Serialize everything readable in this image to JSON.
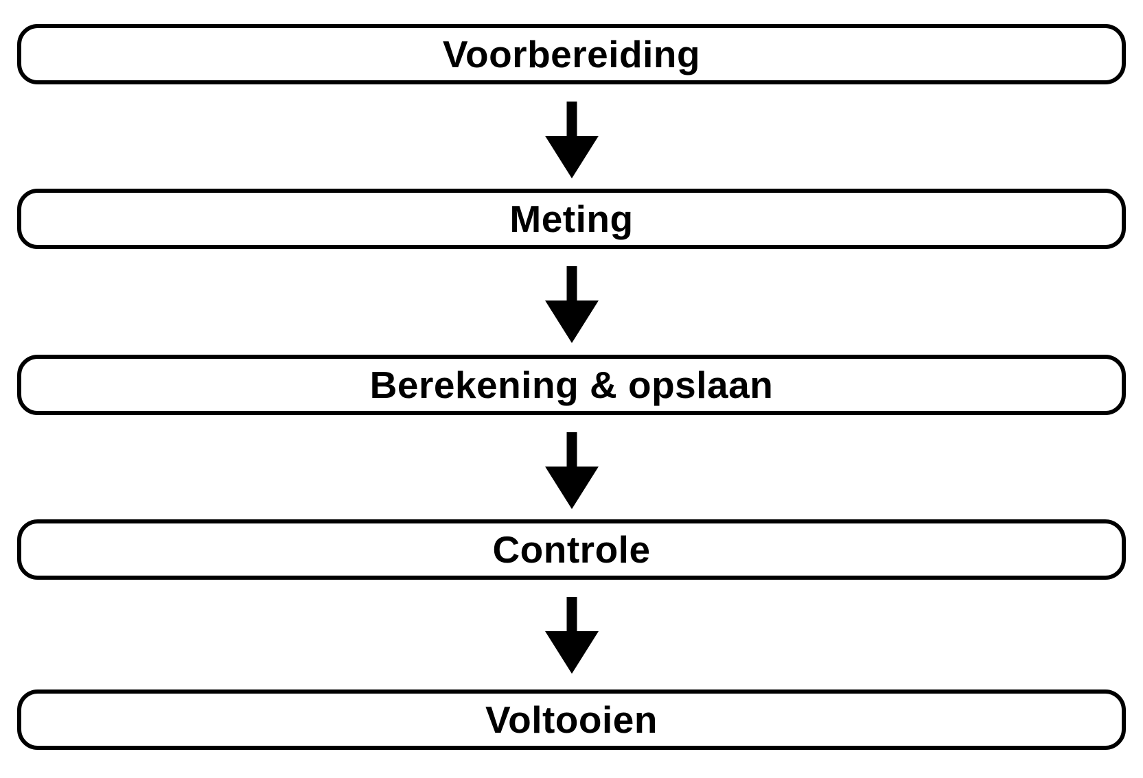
{
  "diagram": {
    "type": "flowchart",
    "orientation": "top-down",
    "steps": [
      {
        "label": "Voorbereiding"
      },
      {
        "label": "Meting"
      },
      {
        "label": "Berekening & opslaan"
      },
      {
        "label": "Controle"
      },
      {
        "label": "Voltooien"
      }
    ],
    "connectors": [
      {
        "from": 0,
        "to": 1,
        "shape": "down-arrow"
      },
      {
        "from": 1,
        "to": 2,
        "shape": "down-arrow"
      },
      {
        "from": 2,
        "to": 3,
        "shape": "down-arrow"
      },
      {
        "from": 3,
        "to": 4,
        "shape": "down-arrow"
      }
    ],
    "colors": {
      "background": "#ffffff",
      "box_fill": "#ffffff",
      "box_border": "#000000",
      "text": "#000000",
      "arrow": "#000000"
    }
  }
}
